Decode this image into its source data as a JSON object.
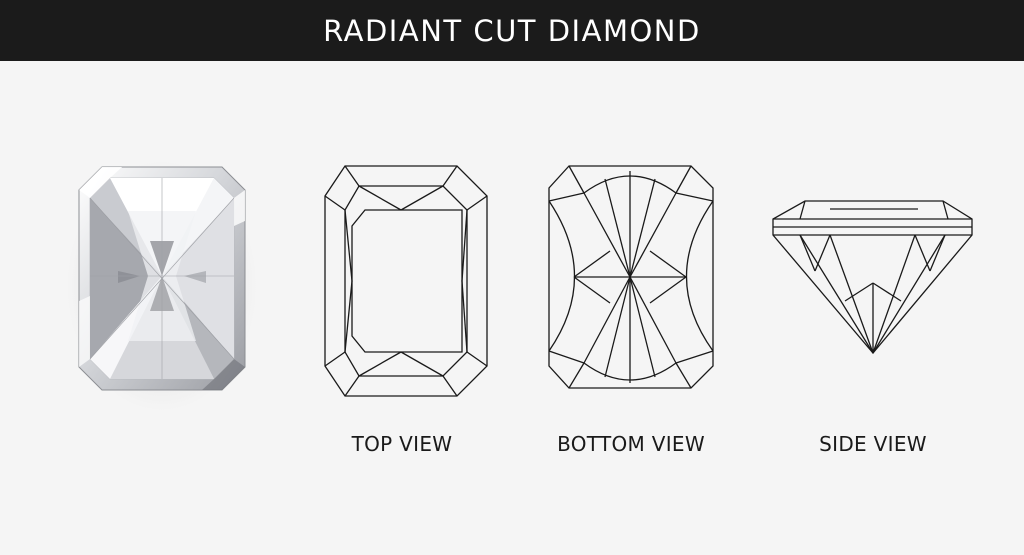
{
  "header": {
    "title": "RADIANT CUT DIAMOND"
  },
  "views": [
    {
      "id": "top",
      "label": "TOP VIEW"
    },
    {
      "id": "bottom",
      "label": "BOTTOM VIEW"
    },
    {
      "id": "side",
      "label": "SIDE VIEW"
    }
  ],
  "colors": {
    "header_bg": "#1b1b1b",
    "page_bg": "#f5f5f5",
    "line": "#1a1a1a"
  }
}
